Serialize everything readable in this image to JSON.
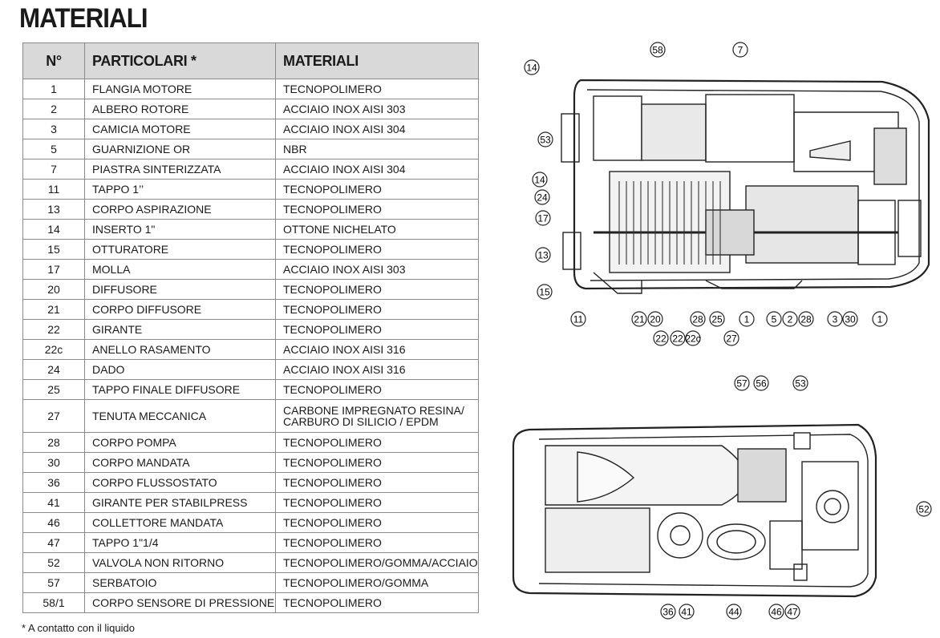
{
  "page_title": "MATERIALI",
  "table": {
    "headers": [
      "N°",
      "PARTICOLARI *",
      "MATERIALI"
    ],
    "rows": [
      {
        "n": "1",
        "part": "FLANGIA MOTORE",
        "material": "TECNOPOLIMERO"
      },
      {
        "n": "2",
        "part": "ALBERO ROTORE",
        "material": "ACCIAIO INOX AISI 303"
      },
      {
        "n": "3",
        "part": "CAMICIA MOTORE",
        "material": "ACCIAIO INOX AISI 304"
      },
      {
        "n": "5",
        "part": "GUARNIZIONE OR",
        "material": "NBR"
      },
      {
        "n": "7",
        "part": "PIASTRA SINTERIZZATA",
        "material": "ACCIAIO INOX AISI 304"
      },
      {
        "n": "11",
        "part": "TAPPO 1’’",
        "material": "TECNOPOLIMERO"
      },
      {
        "n": "13",
        "part": "CORPO ASPIRAZIONE",
        "material": "TECNOPOLIMERO"
      },
      {
        "n": "14",
        "part": "INSERTO 1\"",
        "material": "OTTONE NICHELATO"
      },
      {
        "n": "15",
        "part": "OTTURATORE",
        "material": "TECNOPOLIMERO"
      },
      {
        "n": "17",
        "part": "MOLLA",
        "material": "ACCIAIO INOX AISI 303"
      },
      {
        "n": "20",
        "part": "DIFFUSORE",
        "material": "TECNOPOLIMERO"
      },
      {
        "n": "21",
        "part": "CORPO DIFFUSORE",
        "material": "TECNOPOLIMERO"
      },
      {
        "n": "22",
        "part": "GIRANTE",
        "material": "TECNOPOLIMERO"
      },
      {
        "n": "22c",
        "part": "ANELLO RASAMENTO",
        "material": "ACCIAIO INOX AISI 316"
      },
      {
        "n": "24",
        "part": "DADO",
        "material": "ACCIAIO INOX AISI 316"
      },
      {
        "n": "25",
        "part": "TAPPO FINALE DIFFUSORE",
        "material": "TECNOPOLIMERO"
      },
      {
        "n": "27",
        "part": "TENUTA MECCANICA",
        "material": "CARBONE IMPREGNATO RESINA/ CARBURO DI SILICIO / EPDM"
      },
      {
        "n": "28",
        "part": "CORPO POMPA",
        "material": "TECNOPOLIMERO"
      },
      {
        "n": "30",
        "part": "CORPO MANDATA",
        "material": "TECNOPOLIMERO"
      },
      {
        "n": "36",
        "part": "CORPO FLUSSOSTATO",
        "material": "TECNOPOLIMERO"
      },
      {
        "n": "41",
        "part": "GIRANTE PER STABILPRESS",
        "material": "TECNOPOLIMERO"
      },
      {
        "n": "46",
        "part": "COLLETTORE MANDATA",
        "material": "TECNOPOLIMERO"
      },
      {
        "n": "47",
        "part": "TAPPO 1\"1/4",
        "material": "TECNOPOLIMERO"
      },
      {
        "n": "52",
        "part": "VALVOLA NON RITORNO",
        "material": "TECNOPOLIMERO/GOMMA/ACCIAIO"
      },
      {
        "n": "57",
        "part": "SERBATOIO",
        "material": "TECNOPOLIMERO/GOMMA"
      },
      {
        "n": "58/1",
        "part": "CORPO SENSORE DI PRESSIONE",
        "material": "TECNOPOLIMERO"
      }
    ]
  },
  "footnote": "* A contatto con il liquido",
  "diagram_top_labels": [
    "14",
    "58",
    "7",
    "53",
    "14",
    "24",
    "17",
    "13",
    "15",
    "11",
    "21",
    "20",
    "22",
    "22",
    "22c",
    "28",
    "25",
    "27",
    "1",
    "5",
    "2",
    "28",
    "3",
    "30",
    "1"
  ],
  "diagram_bottom_labels": [
    "57",
    "56",
    "53",
    "52",
    "36",
    "41",
    "44",
    "46",
    "47"
  ]
}
